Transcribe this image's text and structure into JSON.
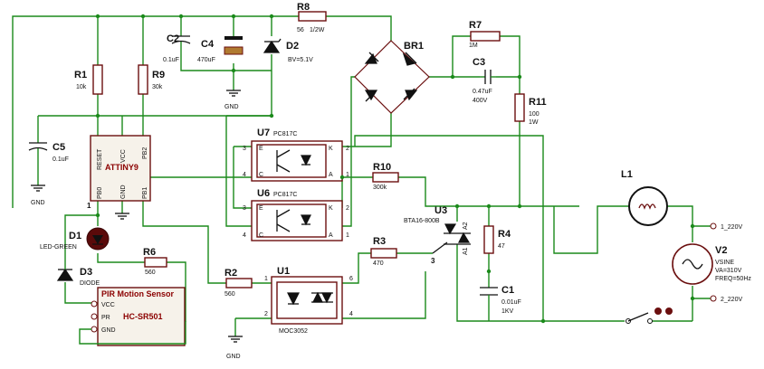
{
  "components": {
    "R8": {
      "ref": "R8",
      "value": "56",
      "value2": "1/2W"
    },
    "C2": {
      "ref": "C2",
      "value": "0.1uF"
    },
    "C4": {
      "ref": "C4",
      "value": "470uF"
    },
    "D2": {
      "ref": "D2",
      "value": "BV=5.1V"
    },
    "BR1": {
      "ref": "BR1"
    },
    "R7": {
      "ref": "R7",
      "value": "1M"
    },
    "C3": {
      "ref": "C3",
      "value": "0.47uF",
      "value2": "400V"
    },
    "R11": {
      "ref": "R11",
      "value": "100",
      "value2": "1W"
    },
    "R1": {
      "ref": "R1",
      "value": "10k"
    },
    "R9": {
      "ref": "R9",
      "value": "30k"
    },
    "C5": {
      "ref": "C5",
      "value": "0.1uF"
    },
    "U7": {
      "ref": "U7",
      "part": "PC817C"
    },
    "U6": {
      "ref": "U6",
      "part": "PC817C"
    },
    "R10": {
      "ref": "R10",
      "value": "300k"
    },
    "U3": {
      "ref": "U3",
      "part": "BTA16-800B"
    },
    "R4": {
      "ref": "R4",
      "value": "47"
    },
    "L1": {
      "ref": "L1"
    },
    "V2": {
      "ref": "V2",
      "type": "VSINE",
      "amplitude": "VA=310V",
      "freq": "FREQ=50Hz"
    },
    "D1": {
      "ref": "D1",
      "value": "LED-GREEN"
    },
    "R6": {
      "ref": "R6",
      "value": "560"
    },
    "R3": {
      "ref": "R3",
      "value": "470"
    },
    "C1": {
      "ref": "C1",
      "value": "0.01uF",
      "value2": "1KV"
    },
    "D3": {
      "ref": "D3",
      "value": "DIODE"
    },
    "R2": {
      "ref": "R2",
      "value": "560"
    },
    "U1": {
      "ref": "U1",
      "part": "MOC3052"
    },
    "MCU": {
      "name": "ATTINY9",
      "pins": {
        "reset": "RESET",
        "vcc": "VCC",
        "pb2": "PB2",
        "pb0": "PB0",
        "gnd": "GND",
        "pb1": "PB1"
      }
    },
    "PIR": {
      "title": "PIR Motion Sensor",
      "name": "HC-SR501",
      "pins": {
        "vcc": "VCC",
        "pr": "PR",
        "gnd": "GND"
      }
    }
  },
  "grounds": {
    "g1": "GND",
    "g2": "GND",
    "g3": "GND",
    "g4": "GND"
  },
  "terminals": {
    "t1": "1_220V",
    "t2": "2_220V"
  },
  "pin_numbers": {
    "p1": "1",
    "p2": "2",
    "p3": "3",
    "p4": "4",
    "p6": "6",
    "a1": "A1",
    "a2": "A2",
    "k": "K",
    "a": "A",
    "e": "E",
    "c": "C"
  },
  "colors": {
    "wire": "#1b8a1b",
    "part_outline": "#6b0f0f",
    "ic_body": "#f6f2ea",
    "chip_label": "#8b0000"
  }
}
